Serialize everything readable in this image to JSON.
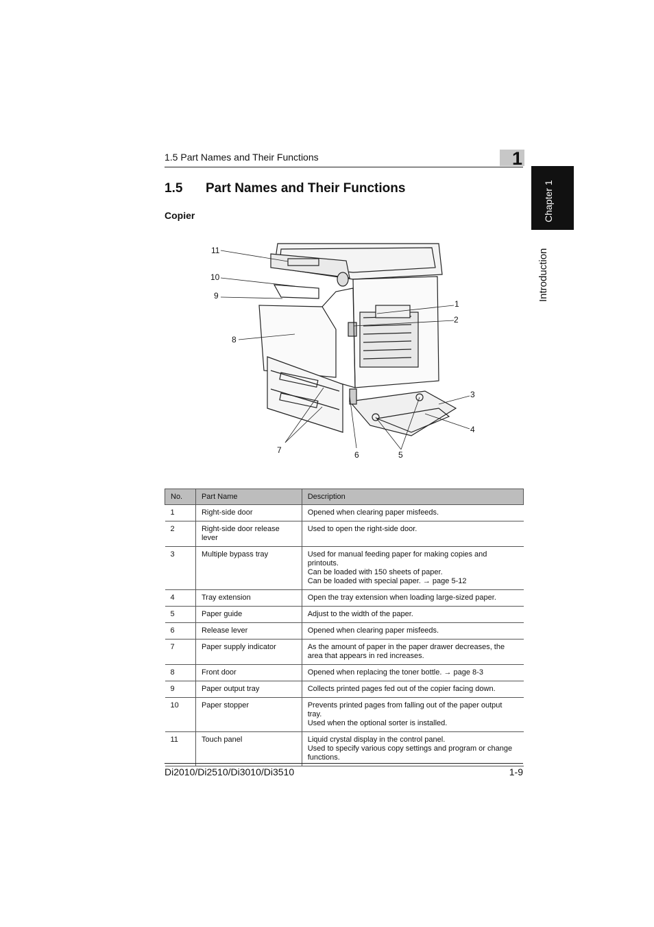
{
  "header": {
    "running_title": "1.5 Part Names and Their Functions",
    "chapter_number": "1"
  },
  "side_tab": {
    "chapter_label": "Chapter 1",
    "section_label": "Introduction"
  },
  "section": {
    "number": "1.5",
    "title": "Part Names and Their Functions"
  },
  "subsection": {
    "title": "Copier"
  },
  "figure": {
    "callouts": [
      "11",
      "10",
      "9",
      "8",
      "7",
      "6",
      "5",
      "4",
      "3",
      "2",
      "1"
    ]
  },
  "table": {
    "headers": [
      "No.",
      "Part Name",
      "Description"
    ],
    "rows": [
      {
        "no": "1",
        "name": "Right-side door",
        "desc": [
          "Opened when clearing paper misfeeds."
        ]
      },
      {
        "no": "2",
        "name": "Right-side door release lever",
        "desc": [
          "Used to open the right-side door."
        ]
      },
      {
        "no": "3",
        "name": "Multiple bypass tray",
        "desc": [
          "Used for manual feeding paper for making copies and printouts.",
          "Can be loaded with 150 sheets of paper.",
          "Can be loaded with special paper. → page 5-12"
        ]
      },
      {
        "no": "4",
        "name": "Tray extension",
        "desc": [
          "Open the tray extension when loading large-sized paper."
        ]
      },
      {
        "no": "5",
        "name": "Paper guide",
        "desc": [
          "Adjust to the width of the paper."
        ]
      },
      {
        "no": "6",
        "name": "Release lever",
        "desc": [
          "Opened when clearing paper misfeeds."
        ]
      },
      {
        "no": "7",
        "name": "Paper supply indicator",
        "desc": [
          "As the amount of paper in the paper drawer decreases, the area that appears in red increases."
        ]
      },
      {
        "no": "8",
        "name": "Front door",
        "desc": [
          "Opened when replacing the toner bottle. → page 8-3"
        ]
      },
      {
        "no": "9",
        "name": "Paper output tray",
        "desc": [
          "Collects printed pages fed out of the copier facing down."
        ]
      },
      {
        "no": "10",
        "name": "Paper stopper",
        "desc": [
          "Prevents printed pages from falling out of the paper output tray.",
          "Used when the optional sorter is installed."
        ]
      },
      {
        "no": "11",
        "name": "Touch panel",
        "desc": [
          "Liquid crystal display in the control panel.",
          "Used to specify various copy settings and program or change functions."
        ]
      }
    ]
  },
  "footer": {
    "model": "Di2010/Di2510/Di3010/Di3510",
    "page": "1-9"
  }
}
